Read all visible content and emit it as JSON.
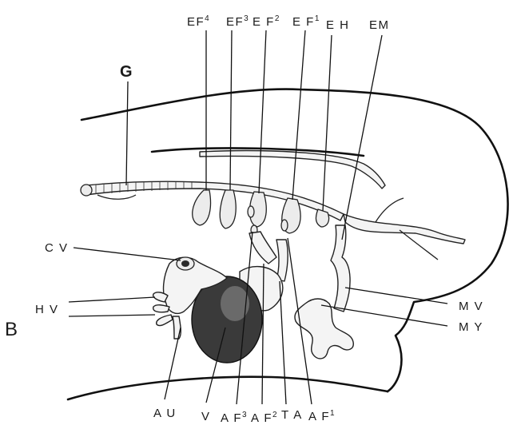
{
  "figure_letter": "B",
  "labels": {
    "ef4": {
      "base": "EF",
      "sup": "4"
    },
    "ef3": {
      "base": "EF",
      "sup": "3"
    },
    "ef2": {
      "base": "E F",
      "sup": "2"
    },
    "ef1": {
      "base": "E F",
      "sup": "1"
    },
    "eh": "E H",
    "em": "EM",
    "g": "G",
    "cv": "C V",
    "hv": "H V",
    "mv": "M V",
    "my": "M Y",
    "au": "A U",
    "v": "V",
    "af3": {
      "base": "A F",
      "sup": "3"
    },
    "af2": {
      "base": "A F",
      "sup": "2"
    },
    "ta": "T A",
    "af1": {
      "base": "A F",
      "sup": "1"
    }
  }
}
